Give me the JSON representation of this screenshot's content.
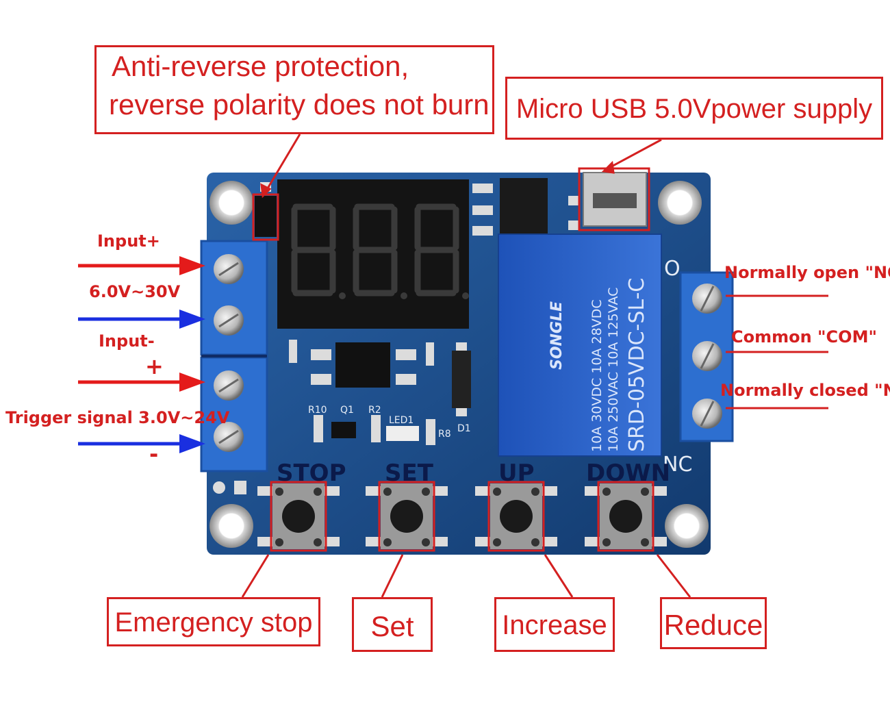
{
  "callouts": {
    "anti_reverse_line1": "Anti-reverse protection,",
    "anti_reverse_line2": "reverse polarity does not burn",
    "micro_usb": "Micro USB 5.0Vpower supply",
    "emergency_stop": "Emergency stop",
    "set": "Set",
    "increase": "Increase",
    "reduce": "Reduce"
  },
  "left_labels": {
    "input_plus": "Input+",
    "voltage_range": "6.0V~30V",
    "input_minus": "Input-",
    "plus_sign": "+",
    "trigger_signal": "Trigger signal  3.0V~24V",
    "minus_sign": "-"
  },
  "right_labels": {
    "normally_open": "Normally open \"NO\"",
    "common": "Common \"COM\"",
    "normally_closed": "Normally closed \"NC\""
  },
  "board": {
    "button_labels": [
      "STOP",
      "SET",
      "UP",
      "DOWN"
    ],
    "relay_brand": "SONGLE",
    "relay_model": "SRD-05VDC-SL-C",
    "relay_rating_1": "10A 250VAC  10A 125VAC",
    "relay_rating_2": "10A  30VDC  10A  28VDC",
    "silkscreen": {
      "r10": "R10",
      "q1": "Q1",
      "r2": "R2",
      "led1": "LED1",
      "r8": "R8",
      "d1": "D1",
      "nc": "NC",
      "no": "O"
    }
  },
  "colors": {
    "callout_red": "#d42020",
    "pcb_blue": "#1c4f8c",
    "terminal_blue": "#2d6fd0",
    "arrow_blue": "#1a2fe0",
    "relay_blue": "#2a5fc8"
  }
}
